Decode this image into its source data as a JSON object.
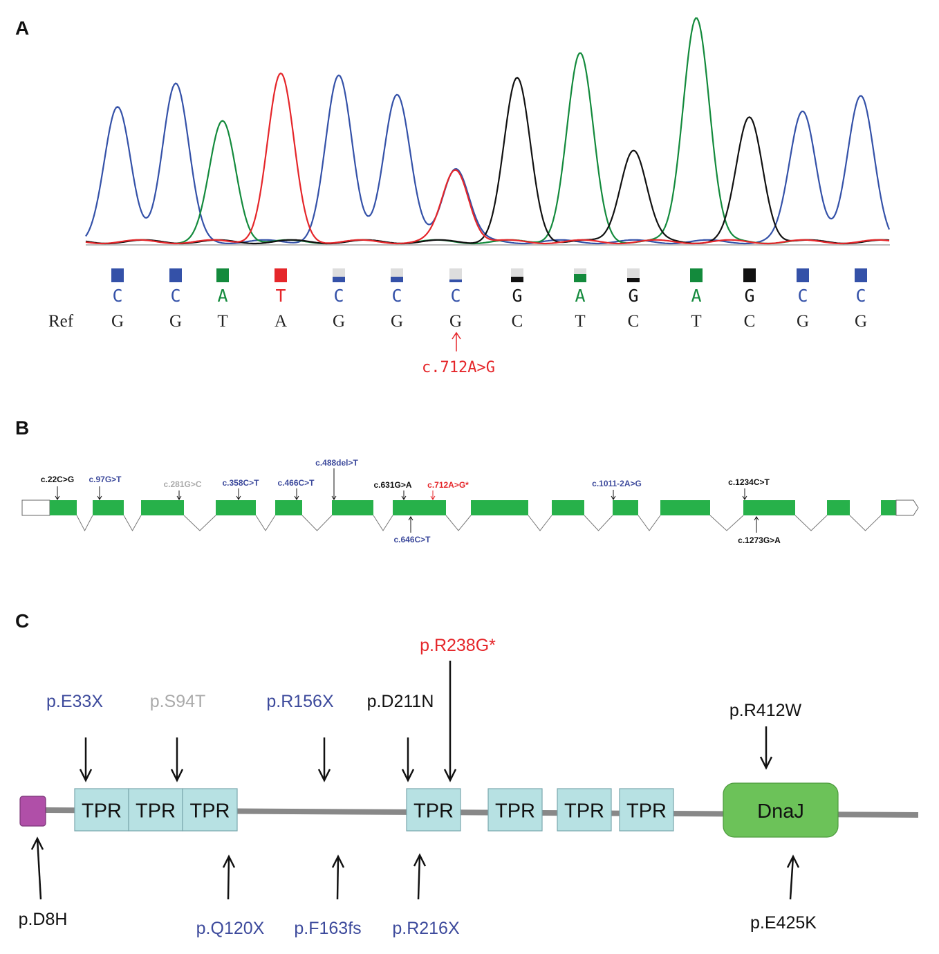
{
  "panels": {
    "a": "A",
    "b": "B",
    "c": "C"
  },
  "colors": {
    "C": "#3451a8",
    "A": "#138a3c",
    "T": "#e5262a",
    "G": "#111111",
    "grey": "#aaaaaa",
    "exon": "#27b14a",
    "tpr": "#b7e1e3",
    "dnaj": "#6cc259",
    "signal": "#b04fa8",
    "backbone": "#888888",
    "highlight": "#e5262a",
    "blue_label": "#3d4a9c"
  },
  "chromatogram": {
    "calls": [
      "C",
      "C",
      "A",
      "T",
      "C",
      "C",
      "C",
      "G",
      "A",
      "G",
      "A",
      "G",
      "C",
      "C"
    ],
    "call_quality": [
      1,
      1,
      1,
      1,
      0.4,
      0.4,
      0.2,
      0.4,
      0.6,
      0.3,
      1,
      1,
      1,
      1
    ],
    "ref_label": "Ref",
    "ref": [
      "G",
      "G",
      "T",
      "A",
      "G",
      "G",
      "G",
      "C",
      "T",
      "C",
      "T",
      "C",
      "G",
      "G"
    ],
    "peak_heights": [
      0.59,
      0.7,
      0.53,
      0.74,
      0.73,
      0.65,
      0.33,
      0.72,
      0.83,
      0.41,
      1.0,
      0.55,
      0.58,
      0.64
    ],
    "het_peak": {
      "index": 6,
      "second_base": "T",
      "height": 0.32
    },
    "mutation_label": "c.712A>G"
  },
  "gene": {
    "exons": [
      {
        "utr": true
      },
      {
        "utr": false
      },
      {
        "utr": false
      },
      {
        "utr": false
      },
      {
        "utr": false
      },
      {
        "utr": false
      },
      {
        "utr": false
      },
      {
        "utr": false
      },
      {
        "utr": false
      },
      {
        "utr": false
      },
      {
        "utr": false
      },
      {
        "utr": false
      },
      {
        "utr": false
      },
      {
        "utr": false
      },
      {
        "utr": false
      },
      {
        "utr": false
      }
    ],
    "variants_top": [
      {
        "label": "c.22C>G",
        "color": "#111111"
      },
      {
        "label": "c.97G>T",
        "color": "#3d4a9c"
      },
      {
        "label": "c.281G>C",
        "color": "#aaaaaa"
      },
      {
        "label": "c.358C>T",
        "color": "#3d4a9c"
      },
      {
        "label": "c.466C>T",
        "color": "#3d4a9c"
      },
      {
        "label": "c.488del>T",
        "color": "#3d4a9c"
      },
      {
        "label": "c.631G>A",
        "color": "#111111"
      },
      {
        "label": "c.712A>G*",
        "color": "#e5262a"
      },
      {
        "label": "c.1011-2A>G",
        "color": "#3d4a9c"
      },
      {
        "label": "c.1234C>T",
        "color": "#111111"
      }
    ],
    "variants_bottom": [
      {
        "label": "c.646C>T",
        "color": "#3d4a9c"
      },
      {
        "label": "c.1273G>A",
        "color": "#111111"
      }
    ]
  },
  "protein": {
    "domains": [
      {
        "label": "",
        "kind": "signal"
      },
      {
        "label": "TPR",
        "kind": "tpr"
      },
      {
        "label": "TPR",
        "kind": "tpr"
      },
      {
        "label": "TPR",
        "kind": "tpr"
      },
      {
        "label": "TPR",
        "kind": "tpr"
      },
      {
        "label": "TPR",
        "kind": "tpr"
      },
      {
        "label": "TPR",
        "kind": "tpr"
      },
      {
        "label": "TPR",
        "kind": "tpr"
      },
      {
        "label": "DnaJ",
        "kind": "dnaj"
      }
    ],
    "variants_top": [
      {
        "label": "p.E33X",
        "color": "#3d4a9c"
      },
      {
        "label": "p.S94T",
        "color": "#aaaaaa"
      },
      {
        "label": "p.R156X",
        "color": "#3d4a9c"
      },
      {
        "label": "p.D211N",
        "color": "#111111"
      },
      {
        "label": "p.R238G*",
        "color": "#e5262a"
      },
      {
        "label": "p.R412W",
        "color": "#111111"
      }
    ],
    "variants_bottom": [
      {
        "label": "p.D8H",
        "color": "#111111"
      },
      {
        "label": "p.Q120X",
        "color": "#3d4a9c"
      },
      {
        "label": "p.F163fs",
        "color": "#3d4a9c"
      },
      {
        "label": "p.R216X",
        "color": "#3d4a9c"
      },
      {
        "label": "p.E425K",
        "color": "#111111"
      }
    ]
  }
}
